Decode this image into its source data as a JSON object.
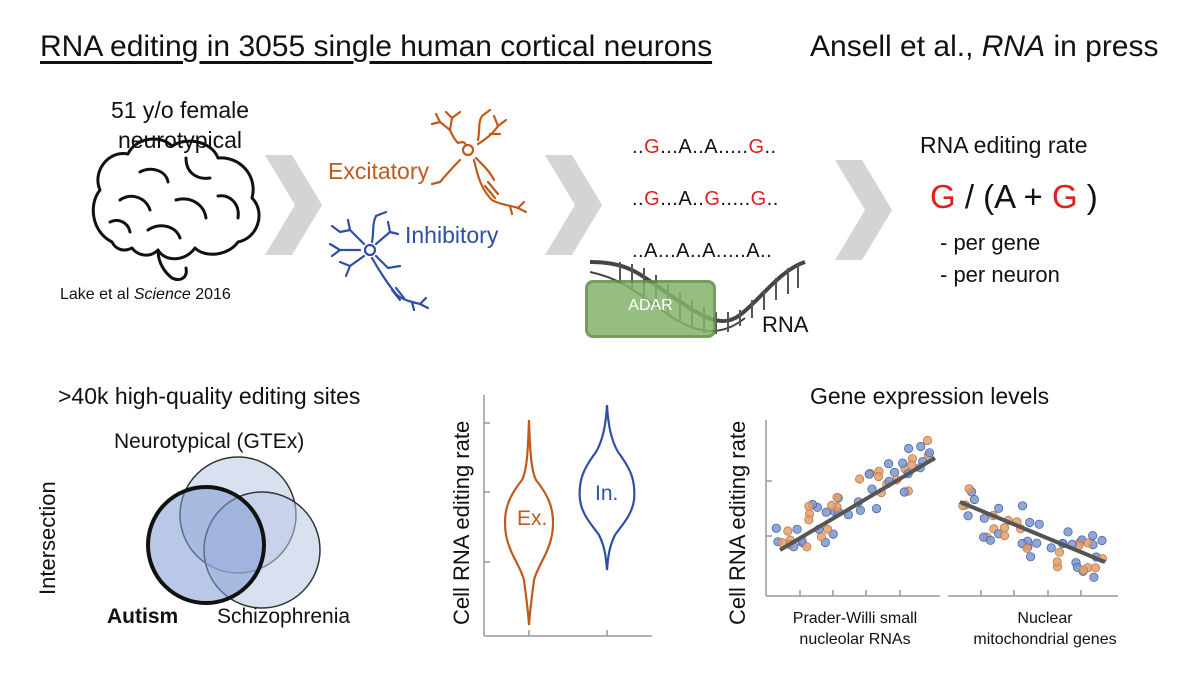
{
  "header": {
    "title": "RNA editing in 3055 single human cortical neurons",
    "citation_prefix": "Ansell et al., ",
    "citation_journal": "RNA",
    "citation_suffix": " in press"
  },
  "donor": {
    "line1": "51 y/o female",
    "line2": "neurotypical",
    "ref_prefix": "Lake et al ",
    "ref_journal": "Science",
    "ref_year": " 2016"
  },
  "neurons": {
    "excitatory_label": "Excitatory",
    "inhibitory_label": "Inhibitory",
    "excitatory_color": "#c05a1b",
    "inhibitory_color": "#2e4fa3"
  },
  "sequences": [
    [
      [
        "..",
        "n"
      ],
      [
        "G",
        "g"
      ],
      [
        "...A..A.....",
        "n"
      ],
      [
        "G",
        "g"
      ],
      [
        "..",
        "n"
      ]
    ],
    [
      [
        "..",
        "n"
      ],
      [
        "G",
        "g"
      ],
      [
        "...A..",
        "n"
      ],
      [
        "G",
        "g"
      ],
      [
        ".....",
        "n"
      ],
      [
        "G",
        "g"
      ],
      [
        "..",
        "n"
      ]
    ],
    [
      [
        "..A...A..A.....A..",
        "n"
      ]
    ]
  ],
  "enzyme": {
    "adar_label": "ADAR",
    "rna_label": "RNA"
  },
  "rate": {
    "title": "RNA editing rate",
    "formula_g1": "G",
    "formula_mid": " / (A + ",
    "formula_g2": "G",
    "formula_end": " )",
    "per_gene": "- per gene",
    "per_neuron": "- per neuron",
    "highlight_color": "#e02020"
  },
  "venn": {
    "sites_title": ">40k high-quality editing sites",
    "gtex_label": "Neurotypical (GTEx)",
    "autism_label": "Autism",
    "schizophrenia_label": "Schizophrenia",
    "intersection_label": "Intersection"
  },
  "violin": {
    "ylabel": "Cell RNA editing rate",
    "ex_label": "Ex.",
    "in_label": "In."
  },
  "scatter": {
    "title": "Gene expression levels",
    "ylabel": "Cell RNA editing rate",
    "cat1_line1": "Prader-Willi small",
    "cat1_line2": "nucleolar RNAs",
    "cat2_line1": "Nuclear",
    "cat2_line2": "mitochondrial genes"
  },
  "icons": [
    "brain-icon",
    "chevron-right-icon",
    "neuron-icon",
    "rna-helix-icon"
  ]
}
